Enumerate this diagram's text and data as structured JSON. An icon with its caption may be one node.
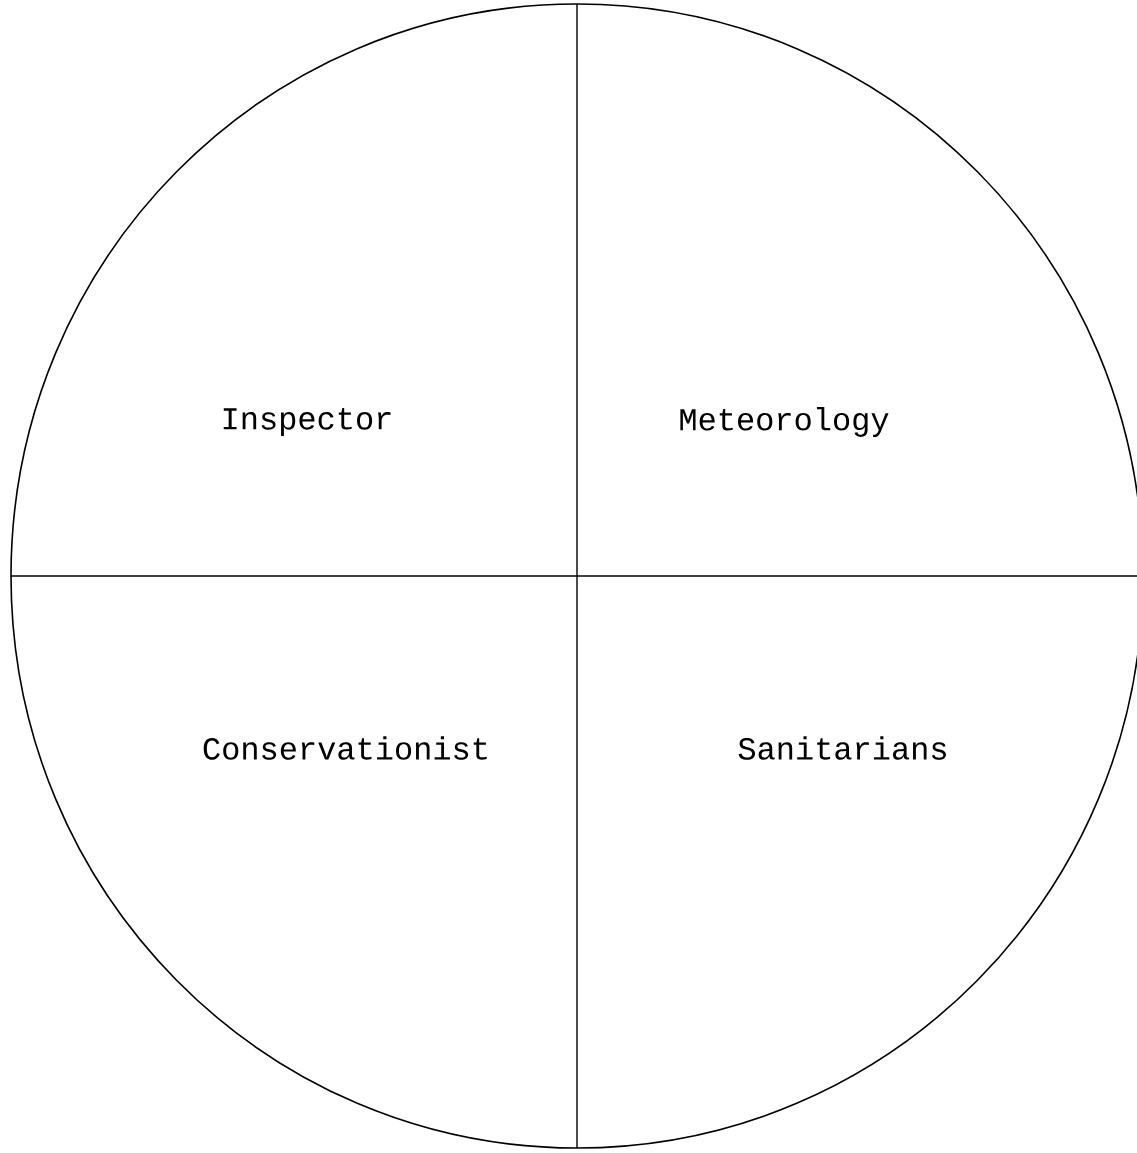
{
  "diagram": {
    "nodes": [
      {
        "text": [
          "Inspector",
          "Meteorology",
          "Conservationist",
          "Sanitarians"
        ]
      }
    ]
  }
}
